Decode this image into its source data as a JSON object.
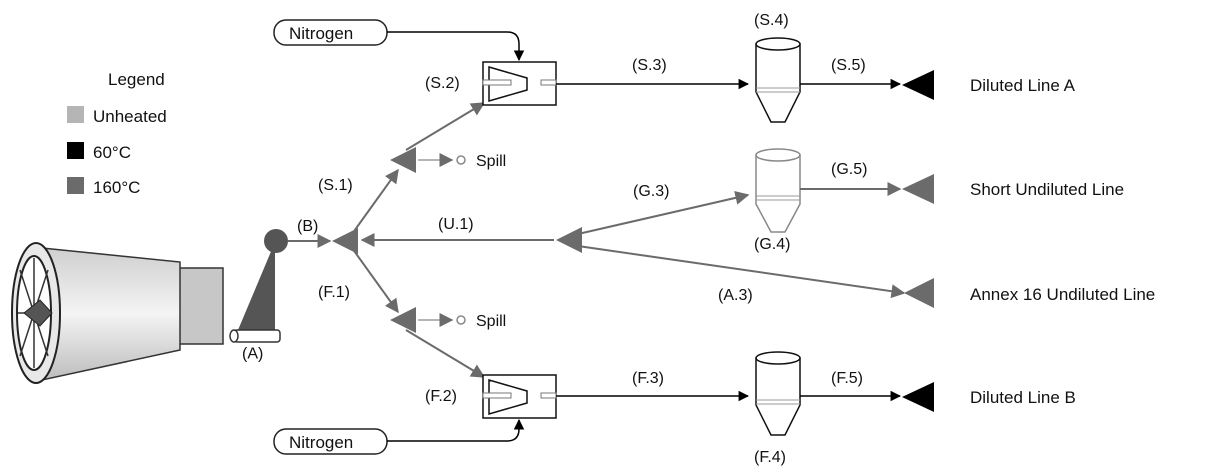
{
  "legend": {
    "title": "Legend",
    "items": [
      {
        "label": "Unheated",
        "color": "#b5b5b5"
      },
      {
        "label": "60°C",
        "color": "#000000"
      },
      {
        "label": "160°C",
        "color": "#6b6b6b"
      }
    ]
  },
  "nodes": {
    "A": "(A)",
    "B": "(B)",
    "S1": "(S.1)",
    "S2": "(S.2)",
    "S3": "(S.3)",
    "S4": "(S.4)",
    "S5": "(S.5)",
    "U1": "(U.1)",
    "G3": "(G.3)",
    "G4": "(G.4)",
    "G5": "(G.5)",
    "A3": "(A.3)",
    "F1": "(F.1)",
    "F2": "(F.2)",
    "F3": "(F.3)",
    "F4": "(F.4)",
    "F5": "(F.5)"
  },
  "nitrogen_label": "Nitrogen",
  "spill_label": "Spill",
  "outputs": {
    "diluted_a": "Diluted Line A",
    "short_undiluted": "Short Undiluted Line",
    "annex16": "Annex 16 Undiluted Line",
    "diluted_b": "Diluted Line B"
  },
  "colors": {
    "line_160": "#6b6b6b",
    "line_60": "#000000",
    "unheated": "#b5b5b5"
  }
}
